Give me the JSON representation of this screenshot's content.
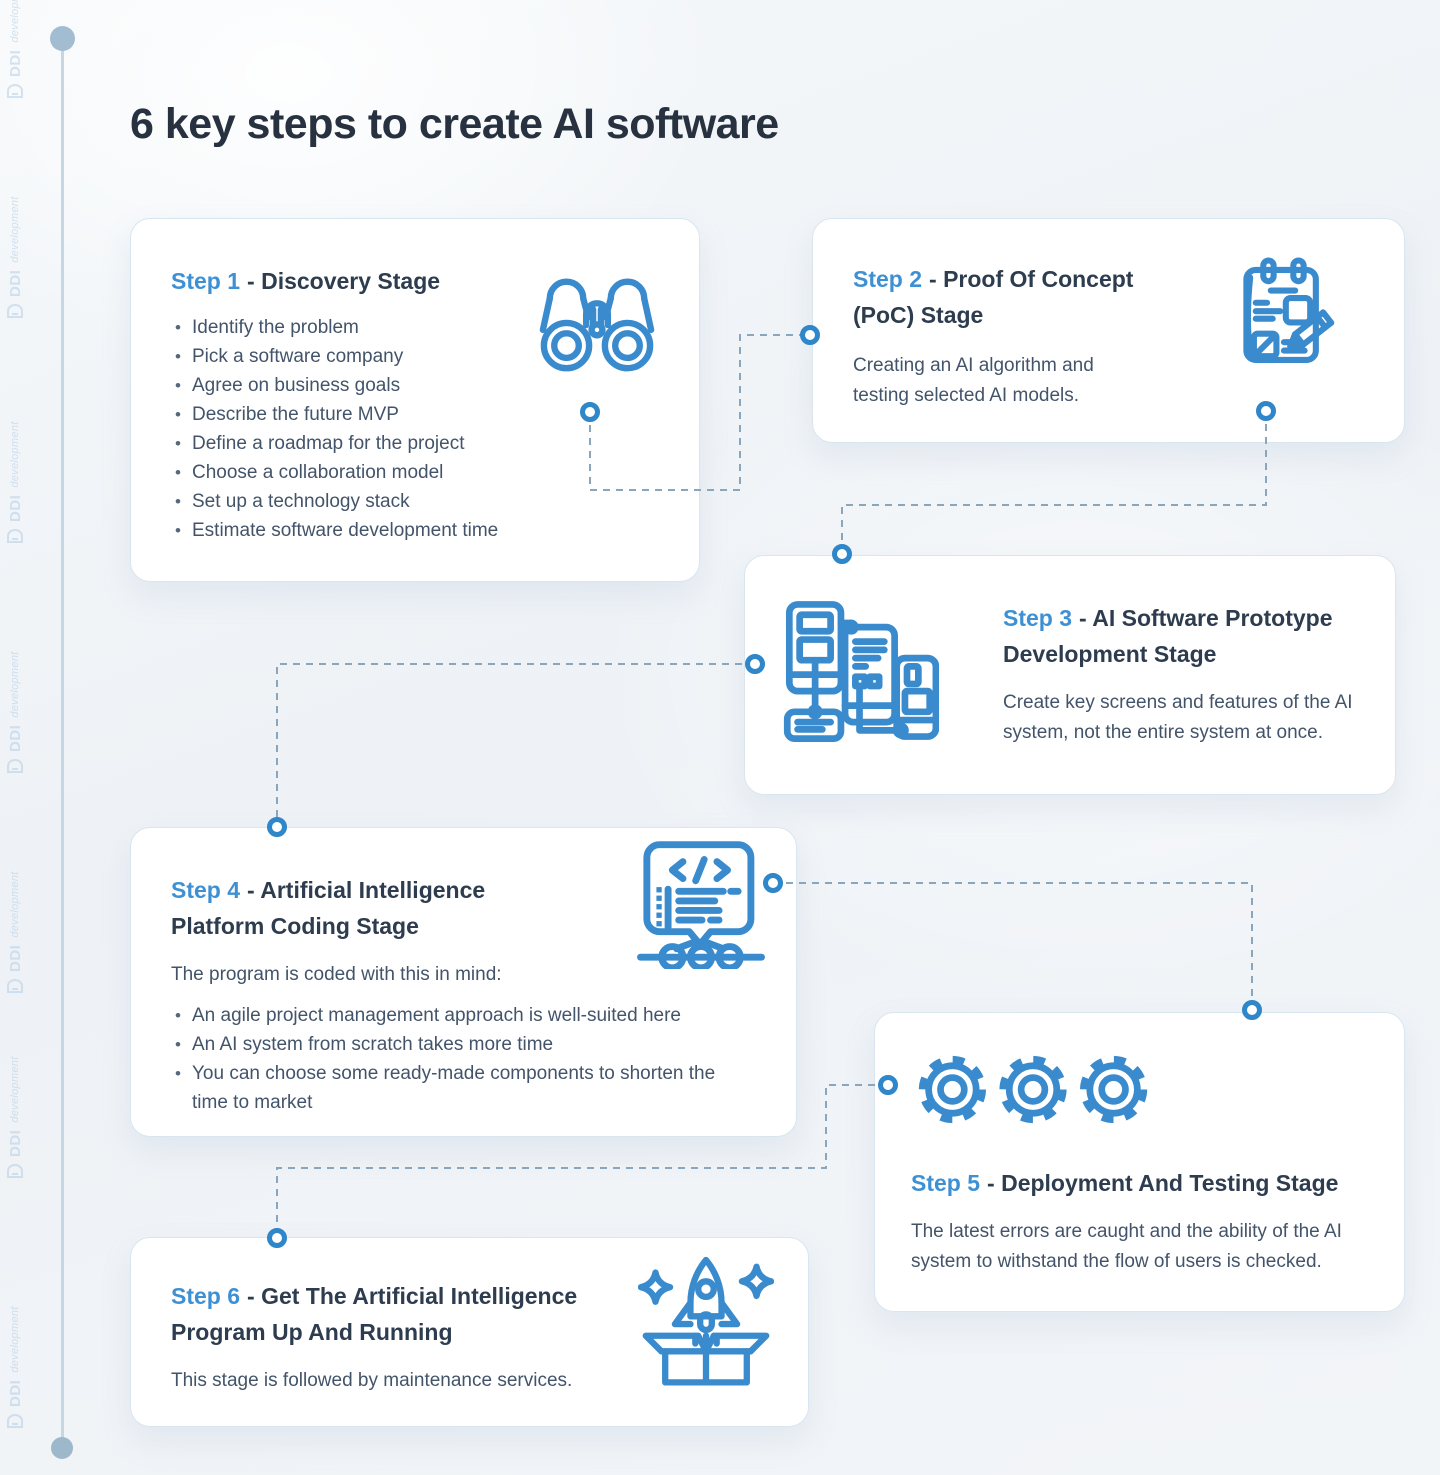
{
  "page": {
    "title": "6 key steps to create AI software"
  },
  "watermark": {
    "brand": "DDI",
    "sub": "development"
  },
  "steps": [
    {
      "label": "Step 1",
      "title": "- Discovery Stage",
      "icon": "binoculars-icon",
      "bullets": [
        "Identify the problem",
        "Pick a software company",
        "Agree on business goals",
        "Describe the future MVP",
        "Define a roadmap for the project",
        "Choose a collaboration model",
        "Set up a technology stack",
        "Estimate software development time"
      ]
    },
    {
      "label": "Step 2",
      "title": "- Proof Of Concept (PoC) Stage",
      "icon": "clipboard-pencil-icon",
      "description": "Creating an AI algorithm and testing selected AI models."
    },
    {
      "label": "Step 3",
      "title": "- AI Software Prototype Development Stage",
      "icon": "wireframe-screens-icon",
      "description": "Create key screens and features of the AI system, not the entire system at once."
    },
    {
      "label": "Step 4",
      "title": "- Artificial Intelligence Platform Coding Stage",
      "icon": "code-window-icon",
      "intro": "The program is coded with this in mind:",
      "bullets": [
        "An agile project management approach is well-suited here",
        "An AI system from scratch takes more time",
        "You can choose some ready-made components to shorten the time to market"
      ]
    },
    {
      "label": "Step 5",
      "title": "- Deployment And Testing Stage",
      "icon": "gears-icon",
      "description": "The latest errors are caught and the ability of the AI system to withstand the flow of users is checked."
    },
    {
      "label": "Step 6",
      "title": "- Get The Artificial Intelligence Program Up And Running",
      "icon": "rocket-box-icon",
      "description": "This stage is followed by maintenance services."
    }
  ],
  "colors": {
    "accent": "#3a8bcd",
    "step_label": "#3e90d4",
    "heading": "#2d3c4e",
    "body_text": "#43546a",
    "dash_line": "#8aa6bc",
    "timeline": "#c5d6e4",
    "card_border": "#d9e6f0"
  }
}
